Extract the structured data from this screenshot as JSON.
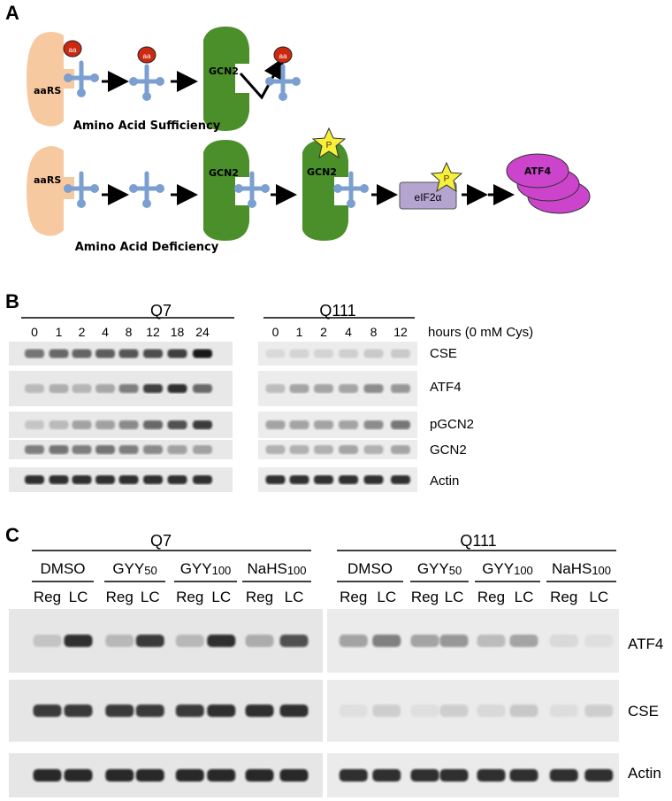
{
  "panels": {
    "a": "A",
    "b": "B",
    "c": "C"
  },
  "panel_a": {
    "row1": {
      "aars": "aaRS",
      "aa": "aa",
      "gcn2": "GCN2",
      "caption": "Amino Acid Sufficiency"
    },
    "row2": {
      "aars": "aaRS",
      "gcn2": "GCN2",
      "p": "P",
      "eif": "eIF2α",
      "atf4": "ATF4",
      "caption": "Amino Acid Deficiency"
    }
  },
  "panel_b": {
    "group_q7": "Q7",
    "group_q111": "Q111",
    "q7_hours": [
      "0",
      "1",
      "2",
      "4",
      "8",
      "12",
      "18",
      "24"
    ],
    "q111_hours": [
      "0",
      "1",
      "2",
      "4",
      "8",
      "12"
    ],
    "hours_label": "hours (0 mM Cys)",
    "blot_labels": [
      "CSE",
      "ATF4",
      "pGCN2",
      "GCN2",
      "Actin"
    ]
  },
  "panel_c": {
    "group_q7": "Q7",
    "group_q111": "Q111",
    "treatments": [
      {
        "name": "DMSO",
        "sub": ""
      },
      {
        "name": "GYY",
        "sub": "50"
      },
      {
        "name": "GYY",
        "sub": "100"
      },
      {
        "name": "NaHS",
        "sub": "100"
      }
    ],
    "reg": "Reg",
    "lc": "LC",
    "blot_labels": [
      "ATF4",
      "CSE",
      "Actin"
    ]
  }
}
